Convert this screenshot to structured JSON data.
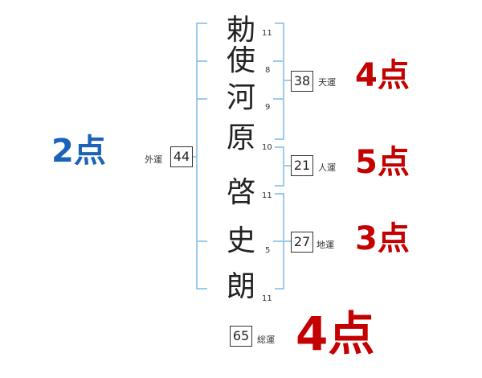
{
  "name_chars": [
    {
      "char": "勅",
      "strokes": "11"
    },
    {
      "char": "使",
      "strokes": "8"
    },
    {
      "char": "河",
      "strokes": "9"
    },
    {
      "char": "原",
      "strokes": "10"
    },
    {
      "char": "啓",
      "strokes": "11"
    },
    {
      "char": "史",
      "strokes": "5"
    },
    {
      "char": "朗",
      "strokes": "11"
    }
  ],
  "fortunes": {
    "tenkaku": {
      "label": "天運",
      "value": "38",
      "score": "4点"
    },
    "jinkaku": {
      "label": "人運",
      "value": "21",
      "score": "5点"
    },
    "chikaku": {
      "label": "地運",
      "value": "27",
      "score": "3点"
    },
    "gaikaku": {
      "label": "外運",
      "value": "44",
      "score": "2点"
    },
    "soukaku": {
      "label": "総運",
      "value": "65",
      "score": "4点"
    }
  },
  "colors": {
    "bracket": "#9ccbeb",
    "score_red": "#c40000",
    "score_blue": "#1a63b8"
  }
}
